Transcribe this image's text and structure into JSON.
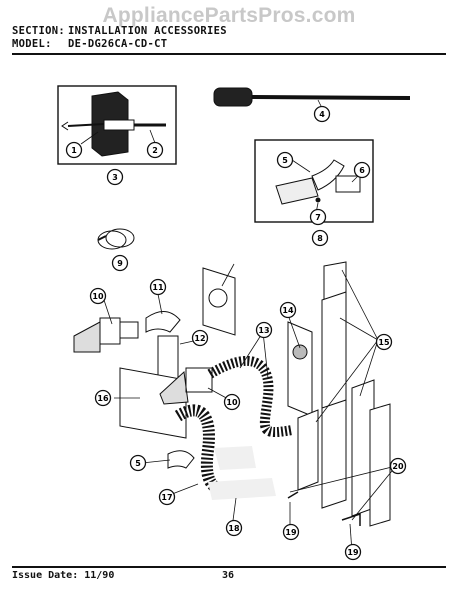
{
  "watermark": "AppliancePartsPros.com",
  "header": {
    "section_label": "SECTION:",
    "section_value": "INSTALLATION ACCESSORIES",
    "model_label": "MODEL:",
    "model_value": "DE-DG26CA-CD-CT"
  },
  "footer": {
    "issue_date": "Issue Date: 11/90",
    "page_number": "36"
  },
  "callouts": [
    "1",
    "2",
    "3",
    "4",
    "5",
    "6",
    "7",
    "8",
    "9",
    "10",
    "11",
    "12",
    "13",
    "14",
    "15",
    "16",
    "5",
    "10",
    "17",
    "18",
    "19",
    "19",
    "20"
  ]
}
